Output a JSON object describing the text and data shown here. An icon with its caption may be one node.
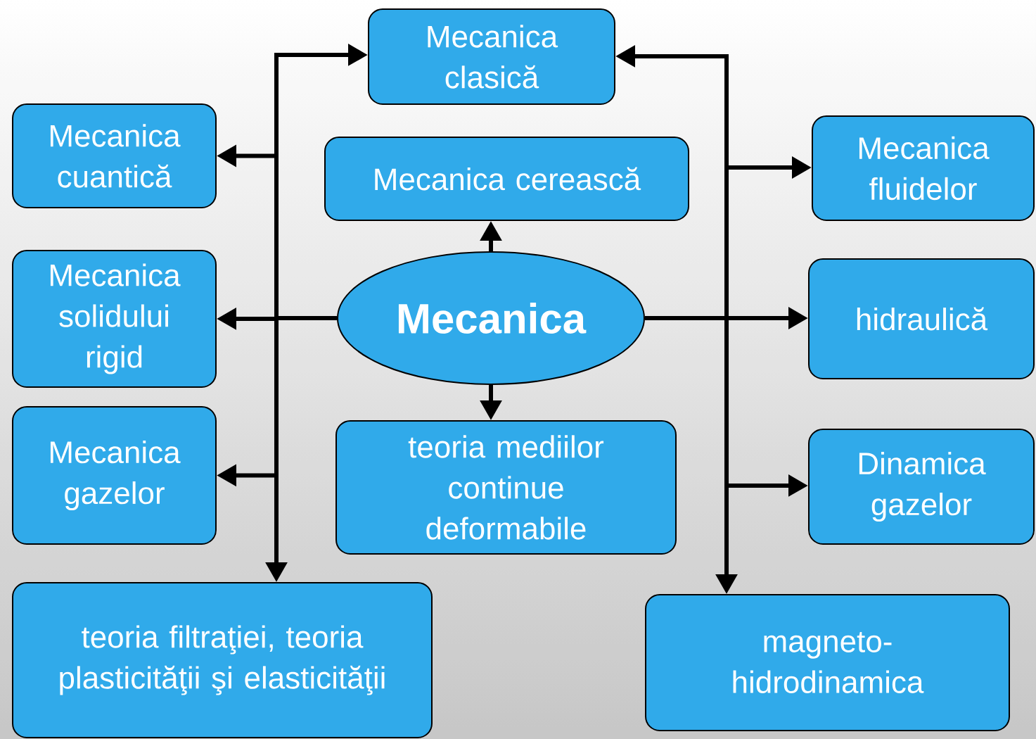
{
  "diagram": {
    "nodes": [
      {
        "text": [
          "Mecanica"
        ]
      },
      {
        "text": [
          "Mecanica clasică"
        ]
      },
      {
        "text": [
          "Mecanica cuantică"
        ]
      },
      {
        "text": [
          "Mecanica cerească"
        ]
      },
      {
        "text": [
          "Mecanica fluidelor"
        ]
      },
      {
        "text": [
          "Mecanica solidului rigid"
        ]
      },
      {
        "text": [
          "hidraulică"
        ]
      },
      {
        "text": [
          "Mecanica gazelor"
        ]
      },
      {
        "text": [
          "teoria mediilor continue deformabile"
        ]
      },
      {
        "text": [
          "Dinamica gazelor"
        ]
      },
      {
        "text": [
          "teoria filtraţiei, teoria plasticităţii şi elasticităţii"
        ]
      },
      {
        "text": [
          "magneto-hidrodinamica"
        ]
      }
    ],
    "edges": [
      {
        "from": 0,
        "to": 1,
        "arrow": "to"
      },
      {
        "from": 0,
        "to": 2,
        "arrow": "to"
      },
      {
        "from": 0,
        "to": 5,
        "arrow": "to"
      },
      {
        "from": 0,
        "to": 7,
        "arrow": "to"
      },
      {
        "from": 0,
        "to": 10,
        "arrow": "to"
      },
      {
        "from": 0,
        "to": 1,
        "arrow": "to"
      },
      {
        "from": 0,
        "to": 4,
        "arrow": "to"
      },
      {
        "from": 0,
        "to": 6,
        "arrow": "to"
      },
      {
        "from": 0,
        "to": 9,
        "arrow": "to"
      },
      {
        "from": 0,
        "to": 11,
        "arrow": "to"
      },
      {
        "from": 0,
        "to": 3,
        "arrow": "to"
      },
      {
        "from": 0,
        "to": 8,
        "arrow": "to"
      }
    ]
  }
}
